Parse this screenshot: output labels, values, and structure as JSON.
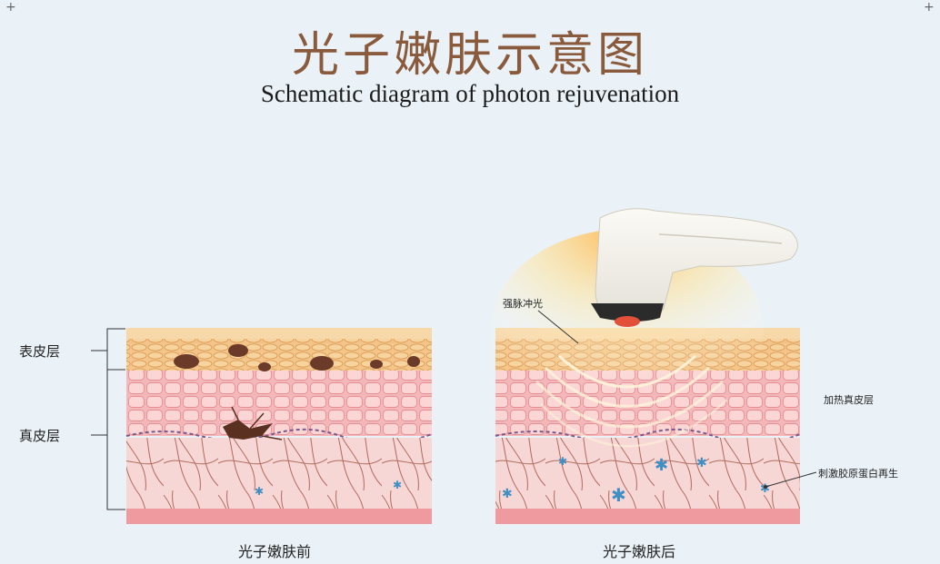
{
  "title": "光子嫩肤示意图",
  "subtitle": "Schematic diagram of photon rejuvenation",
  "corner_marks": [
    "+",
    "+"
  ],
  "left_panel": {
    "epidermis_label": "表皮层",
    "dermis_label": "真皮层",
    "caption": "光子嫩肤前"
  },
  "right_panel": {
    "ipl_label": "强脉冲光",
    "heat_label": "加热真皮层",
    "collagen_label": "刺激胶原蛋白再生",
    "caption": "光子嫩肤后"
  },
  "colors": {
    "background": "#eaf2f8",
    "epidermis": "#f3c58a",
    "dermis_cells": "#f2b3b5",
    "dermis_fibers": "#b06a5c",
    "pigment": "#6b3a28",
    "glow": "#ffe39a",
    "collagen_star": "#3f8fc2"
  }
}
